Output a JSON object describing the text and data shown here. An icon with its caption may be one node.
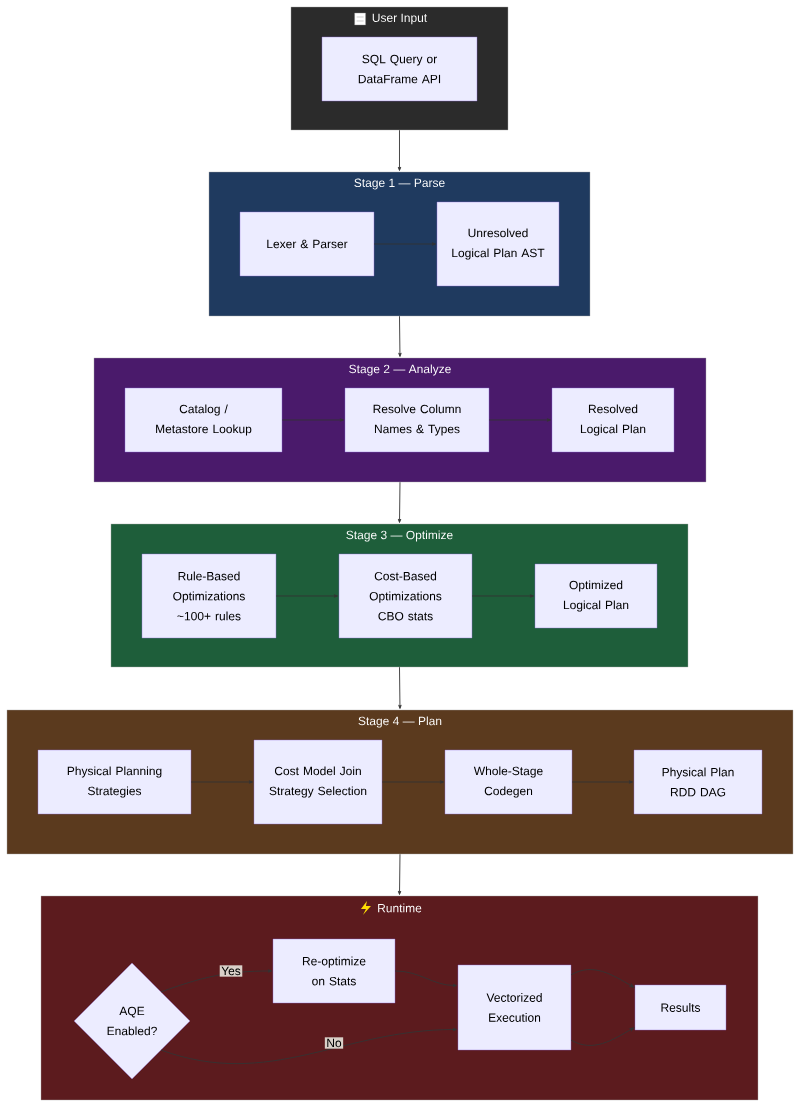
{
  "diagram": {
    "nodes": [
      {
        "text": [
          "User Input"
        ]
      },
      {
        "text": [
          "SQL Query or DataFrame API"
        ],
        "in": 0
      },
      {
        "text": [
          "Stage 1 — Parse"
        ]
      },
      {
        "text": [
          "Lexer & Parser"
        ],
        "in": 2
      },
      {
        "text": [
          "Unresolved Logical Plan AST"
        ],
        "in": 2
      },
      {
        "text": [
          "Stage 2 — Analyze"
        ]
      },
      {
        "text": [
          "Catalog / Metastore Lookup"
        ],
        "in": 5
      },
      {
        "text": [
          "Resolve Column Names & Types"
        ],
        "in": 5
      },
      {
        "text": [
          "Resolved Logical Plan"
        ],
        "in": 5
      },
      {
        "text": [
          "Stage 3 — Optimize"
        ]
      },
      {
        "text": [
          "Rule-Based Optimizations ~100+ rules"
        ],
        "in": 9
      },
      {
        "text": [
          "Cost-Based Optimizations CBO stats"
        ],
        "in": 9
      },
      {
        "text": [
          "Optimized Logical Plan"
        ],
        "in": 9
      },
      {
        "text": [
          "Stage 4 — Plan"
        ]
      },
      {
        "text": [
          "Physical Planning Strategies"
        ],
        "in": 13
      },
      {
        "text": [
          "Cost Model Join Strategy Selection"
        ],
        "in": 13
      },
      {
        "text": [
          "Whole-Stage Codegen"
        ],
        "in": 13
      },
      {
        "text": [
          "Physical Plan RDD DAG"
        ],
        "in": 13
      },
      {
        "text": [
          "Runtime"
        ]
      },
      {
        "text": [
          "AQE Enabled?"
        ],
        "in": 18
      },
      {
        "text": [
          "Re-optimize on Stats"
        ],
        "in": 18
      },
      {
        "text": [
          "Vectorized Execution"
        ],
        "in": 18
      },
      {
        "text": [
          "Results"
        ],
        "in": 18
      }
    ],
    "edges": [
      {
        "from": 0,
        "to": 2,
        "arrow": "to"
      },
      {
        "from": 2,
        "to": 5,
        "arrow": "to"
      },
      {
        "from": 5,
        "to": 9,
        "arrow": "to"
      },
      {
        "from": 9,
        "to": 13,
        "arrow": "to"
      },
      {
        "from": 13,
        "to": 18,
        "arrow": "to"
      },
      {
        "from": 3,
        "to": 4,
        "arrow": "to"
      },
      {
        "from": 6,
        "to": 7,
        "arrow": "to"
      },
      {
        "from": 7,
        "to": 8,
        "arrow": "to"
      },
      {
        "from": 10,
        "to": 11,
        "arrow": "to"
      },
      {
        "from": 11,
        "to": 12,
        "arrow": "to"
      },
      {
        "from": 14,
        "to": 15,
        "arrow": "to"
      },
      {
        "from": 15,
        "to": 16,
        "arrow": "to"
      },
      {
        "from": 16,
        "to": 17,
        "arrow": "to"
      },
      {
        "from": 19,
        "to": 20,
        "arrow": "to",
        "label": "Yes"
      },
      {
        "from": 19,
        "to": 21,
        "arrow": "to",
        "label": "No"
      },
      {
        "from": 20,
        "to": 21,
        "arrow": "to"
      },
      {
        "from": 21,
        "to": 22,
        "arrow": "to"
      },
      {
        "from": 21,
        "to": 22,
        "arrow": "to"
      }
    ]
  }
}
